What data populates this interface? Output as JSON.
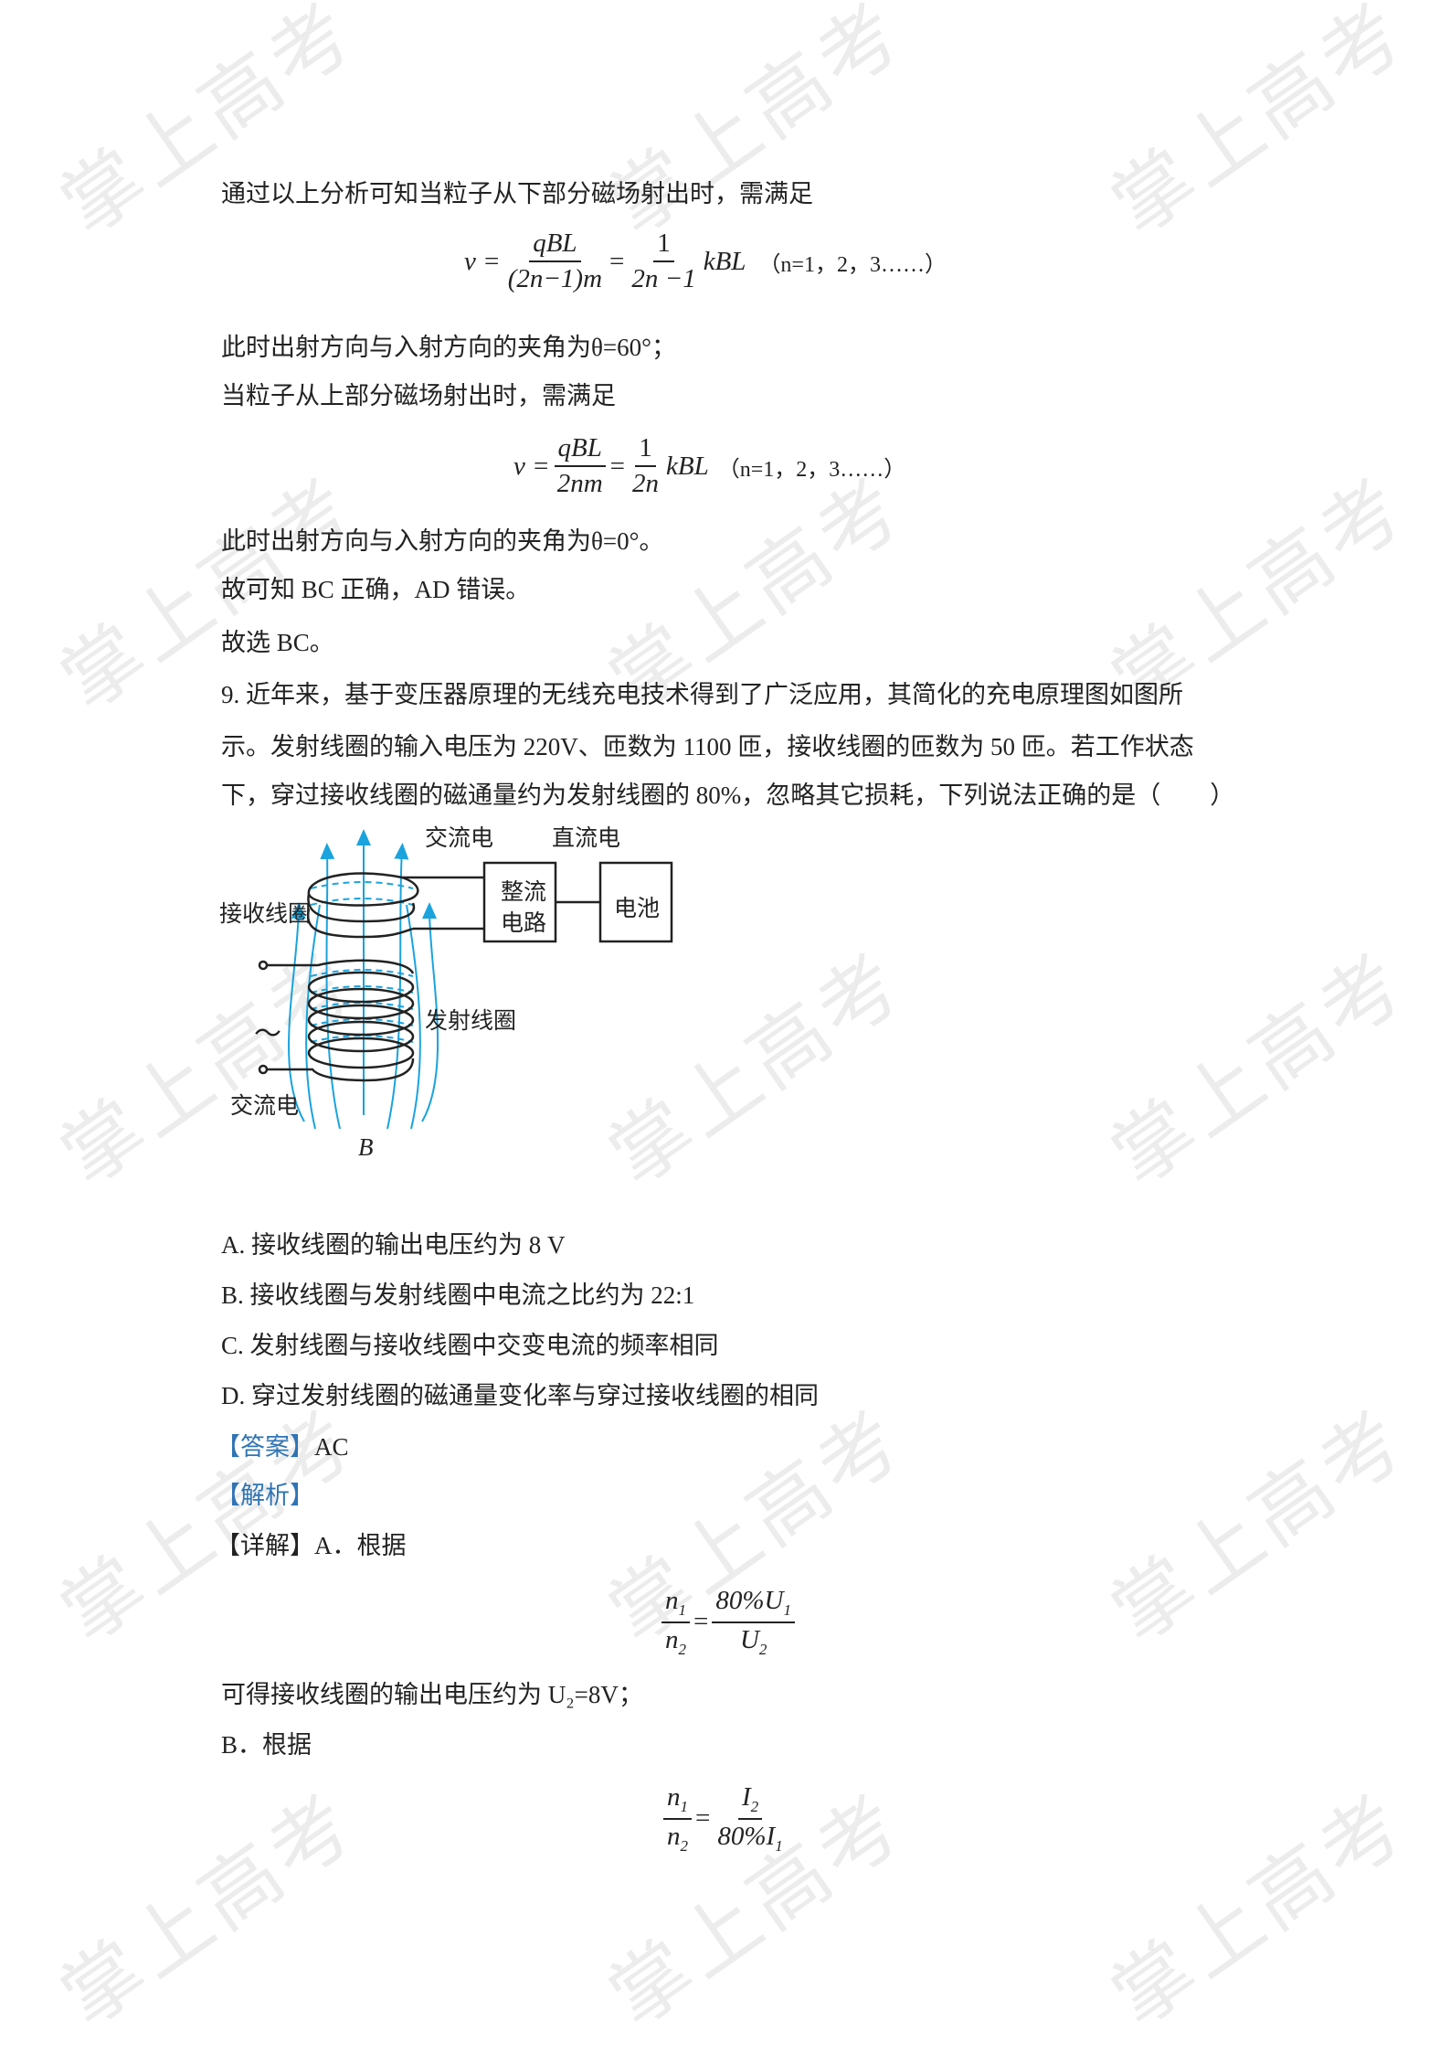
{
  "watermark": "掌上高考",
  "lines": {
    "l1": "通过以上分析可知当粒子从下部分磁场射出时，需满足",
    "f1": {
      "lhs": "v =",
      "num1": "qBL",
      "den1": "(2n−1)m",
      "eq": "=",
      "num2": "1",
      "den2": "2n −1",
      "tail": "kBL",
      "cond": "（n=1，2，3……）"
    },
    "l2": "此时出射方向与入射方向的夹角为θ=60°；",
    "l3": "当粒子从上部分磁场射出时，需满足",
    "f2": {
      "lhs": "v =",
      "num1": "qBL",
      "den1": "2nm",
      "eq": "=",
      "num2": "1",
      "den2": "2n",
      "tail": "kBL",
      "cond": "（n=1，2，3……）"
    },
    "l4": "此时出射方向与入射方向的夹角为θ=0°。",
    "l5": "故可知 BC 正确，AD 错误。",
    "l6": "故选 BC。"
  },
  "question": {
    "q1": "9. 近年来，基于变压器原理的无线充电技术得到了广泛应用，其简化的充电原理图如图所",
    "q2": "示。发射线圈的输入电压为 220V、匝数为 1100 匝，接收线圈的匝数为 50 匝。若工作状态",
    "q3": "下，穿过接收线圈的磁通量约为发射线圈的 80%，忽略其它损耗，下列说法正确的是（　　）",
    "diagram": {
      "ac_top": "交流电",
      "dc": "直流电",
      "rectifier_1": "整流",
      "rectifier_2": "电路",
      "battery": "电池",
      "receiver": "接收线圈",
      "transmitter": "发射线圈",
      "ac_bottom": "交流电",
      "tilde": "～",
      "field": "B",
      "field_color": "#1aa3dd"
    },
    "options": [
      "A.  接收线圈的输出电压约为 8 V",
      "B.  接收线圈与发射线圈中电流之比约为 22:1",
      "C.  发射线圈与接收线圈中交变电流的频率相同",
      "D.  穿过发射线圈的磁通量变化率与穿过接收线圈的相同"
    ]
  },
  "answer": {
    "label": "【答案】",
    "value": "AC",
    "analysis": "【解析】",
    "detail": "【详解】A．根据",
    "accent": "#2f74b5"
  },
  "f3": {
    "n1": "n",
    "s1": "1",
    "n2": "n",
    "s2": "2",
    "num": "80%U",
    "nums": "1",
    "den": "U",
    "dens": "2"
  },
  "l7": "可得接收线圈的输出电压约为 U₂=8V；",
  "l8": "B．根据",
  "f4": {
    "n1": "n",
    "s1": "1",
    "n2": "n",
    "s2": "2",
    "num": "I",
    "nums": "2",
    "den": "80%I",
    "dens": "1"
  }
}
